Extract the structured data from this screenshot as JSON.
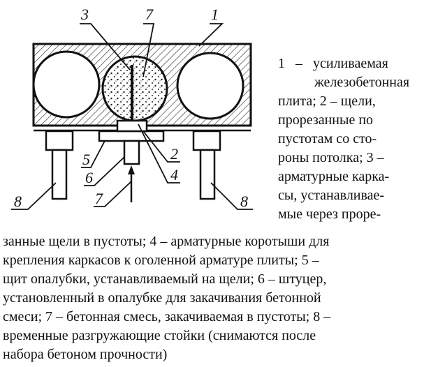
{
  "labels": {
    "n1": "1",
    "n2": "2",
    "n3": "3",
    "n4": "4",
    "n5": "5",
    "n6": "6",
    "n7_top": "7",
    "n7_bottom": "7",
    "n8_left": "8",
    "n8_right": "8"
  },
  "caption": {
    "lines_column": [
      "1   –   усиливаемая",
      "железобетонная",
      "плита; 2 – щели,",
      "прорезанные по",
      "пустотам со сто-",
      "роны потолка; 3 –",
      "арматурные карка-",
      "сы, устанавливае-",
      "мые через проре-"
    ],
    "lines_wide": [
      "занные щели в пустоты; 4 – арматурные коротыши для",
      "крепления каркасов к оголенной арматуре плиты; 5 –",
      "щит опалубки, устанавливаемый на щели; 6 – штуцер,",
      "установленный в опалубке для закачивания бетонной",
      "смеси; 7 – бетонная смесь, закачиваемая в пустоты; 8 –",
      "временные разгружающие стойки (снимаются после",
      "набора бетоном прочности)"
    ]
  }
}
